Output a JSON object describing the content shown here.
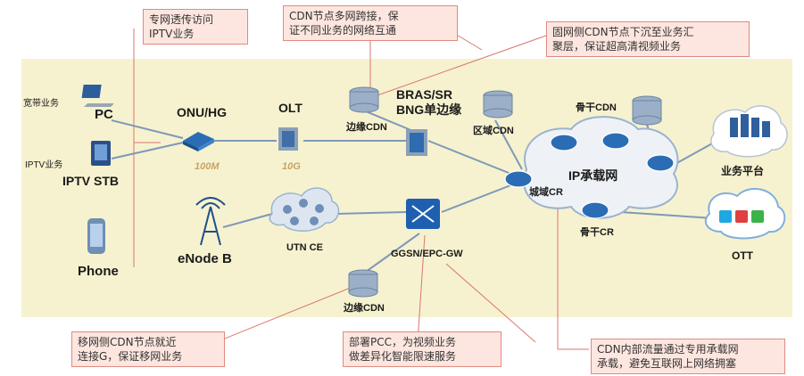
{
  "header": {
    "title": ""
  },
  "callouts": {
    "iptv_direct": "专网透传访问\nIPTV业务",
    "cdn_multi": "CDN节点多网跨接，保\n证不同业务的网络互通",
    "fixed_cdn": "固网侧CDN节点下沉至业务汇\n聚层，保证超高清视频业务",
    "mobile_cdn": "移网侧CDN节点就近\n连接G，保证移网业务",
    "pcc": "部署PCC，为视频业务\n做差异化智能限速服务",
    "cdn_internal": "CDN内部流量通过专用承载网\n承载，避免互联网上网络拥塞"
  },
  "labels": {
    "broadband": "宽带业务",
    "pc": "PC",
    "iptv_service": "IPTV业务",
    "iptv_stb": "IPTV STB",
    "phone": "Phone",
    "onu": "ONU/HG",
    "olt": "OLT",
    "speed_100m": "100M",
    "speed_10g": "10G",
    "enodeb": "eNode B",
    "utn": "UTN CE",
    "edge_cdn_top": "边缘CDN",
    "bras": "BRAS/SR\nBNG单边缘",
    "regional_cdn": "区域CDN",
    "ggsn": "GGSN/EPC-GW",
    "edge_cdn_bottom": "边缘CDN",
    "backbone_cdn": "骨干CDN",
    "ip_network": "IP承载网",
    "metro_cr": "城域CR",
    "backbone_cr": "骨干CR",
    "service_platform": "业务平台",
    "ott": "OTT"
  },
  "colors": {
    "panel": "#f6f2cf",
    "line": "#7f98b8",
    "callout_bg": "#fde6df",
    "callout_border": "#e08a80",
    "router": "#2a6db5",
    "speed": "#c8a36a"
  }
}
